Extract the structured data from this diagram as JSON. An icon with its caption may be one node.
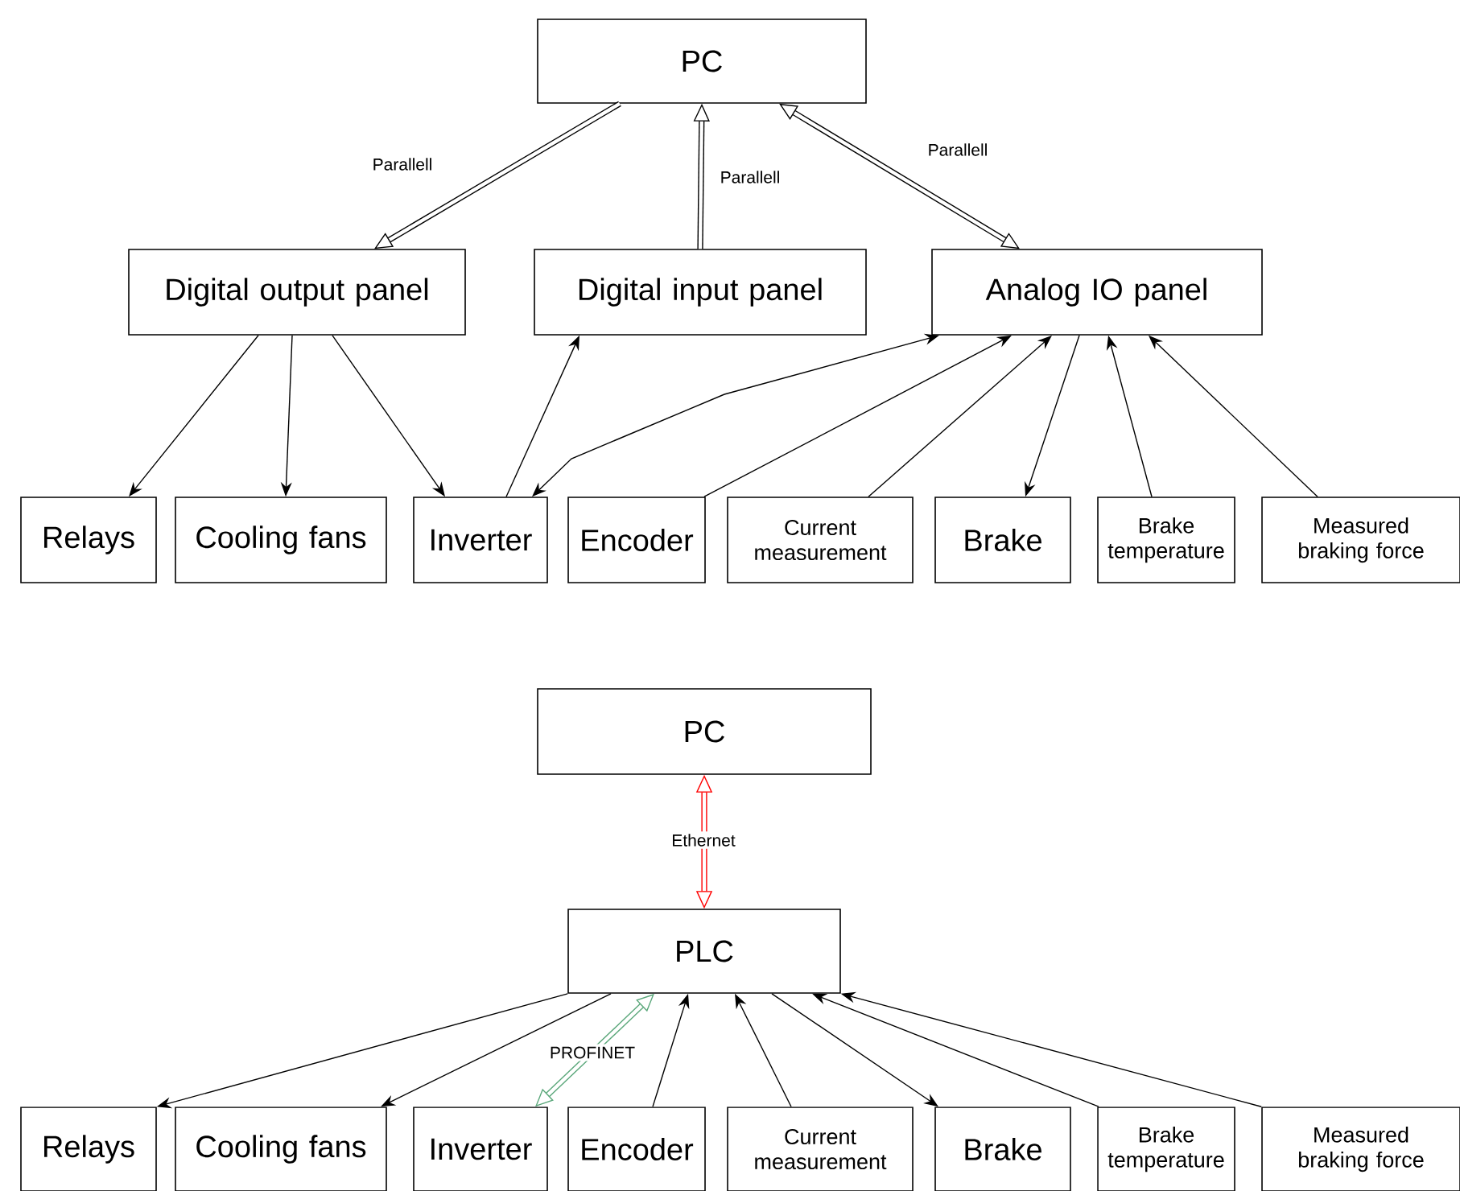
{
  "diagram": {
    "nodes": [
      {
        "text": [
          "PC"
        ]
      },
      {
        "text": [
          "Digital output panel"
        ]
      },
      {
        "text": [
          "Digital input panel"
        ]
      },
      {
        "text": [
          "Analog IO panel"
        ]
      },
      {
        "text": [
          "Relays"
        ]
      },
      {
        "text": [
          "Cooling fans"
        ]
      },
      {
        "text": [
          "Inverter"
        ]
      },
      {
        "text": [
          "Encoder"
        ]
      },
      {
        "text": [
          "Current measurement"
        ]
      },
      {
        "text": [
          "Brake"
        ]
      },
      {
        "text": [
          "Brake temperature"
        ]
      },
      {
        "text": [
          "Measured braking force"
        ]
      },
      {
        "text": [
          "PC"
        ]
      },
      {
        "text": [
          "PLC"
        ]
      },
      {
        "text": [
          "Relays"
        ]
      },
      {
        "text": [
          "Cooling fans"
        ]
      },
      {
        "text": [
          "Inverter"
        ]
      },
      {
        "text": [
          "Encoder"
        ]
      },
      {
        "text": [
          "Current measurement"
        ]
      },
      {
        "text": [
          "Brake"
        ]
      },
      {
        "text": [
          "Brake temperature"
        ]
      },
      {
        "text": [
          "Measured braking force"
        ]
      }
    ],
    "edges": [
      {
        "from": 0,
        "to": 1,
        "arrow": "to",
        "label": "Parallell",
        "style": "thick"
      },
      {
        "from": 2,
        "to": 0,
        "arrow": "to",
        "label": "Parallell",
        "style": "thick"
      },
      {
        "from": 0,
        "to": 3,
        "arrow": "both",
        "label": "Parallell",
        "style": "thick"
      },
      {
        "from": 1,
        "to": 4,
        "arrow": "to"
      },
      {
        "from": 1,
        "to": 5,
        "arrow": "to"
      },
      {
        "from": 1,
        "to": 6,
        "arrow": "to"
      },
      {
        "from": 6,
        "to": 2,
        "arrow": "to"
      },
      {
        "from": 3,
        "to": 6,
        "arrow": "both"
      },
      {
        "from": 7,
        "to": 3,
        "arrow": "to"
      },
      {
        "from": 8,
        "to": 3,
        "arrow": "to"
      },
      {
        "from": 3,
        "to": 9,
        "arrow": "to"
      },
      {
        "from": 10,
        "to": 3,
        "arrow": "to"
      },
      {
        "from": 11,
        "to": 3,
        "arrow": "to"
      },
      {
        "from": 12,
        "to": 13,
        "arrow": "both",
        "label": "Ethernet",
        "style": "thick",
        "color": "#ff0000"
      },
      {
        "from": 13,
        "to": 14,
        "arrow": "to"
      },
      {
        "from": 13,
        "to": 15,
        "arrow": "to"
      },
      {
        "from": 13,
        "to": 16,
        "arrow": "both",
        "label": "PROFINET",
        "style": "thick",
        "color": "#5aa77a"
      },
      {
        "from": 17,
        "to": 13,
        "arrow": "to"
      },
      {
        "from": 18,
        "to": 13,
        "arrow": "to"
      },
      {
        "from": 13,
        "to": 19,
        "arrow": "to"
      },
      {
        "from": 20,
        "to": 13,
        "arrow": "to"
      },
      {
        "from": 21,
        "to": 13,
        "arrow": "to"
      }
    ]
  }
}
